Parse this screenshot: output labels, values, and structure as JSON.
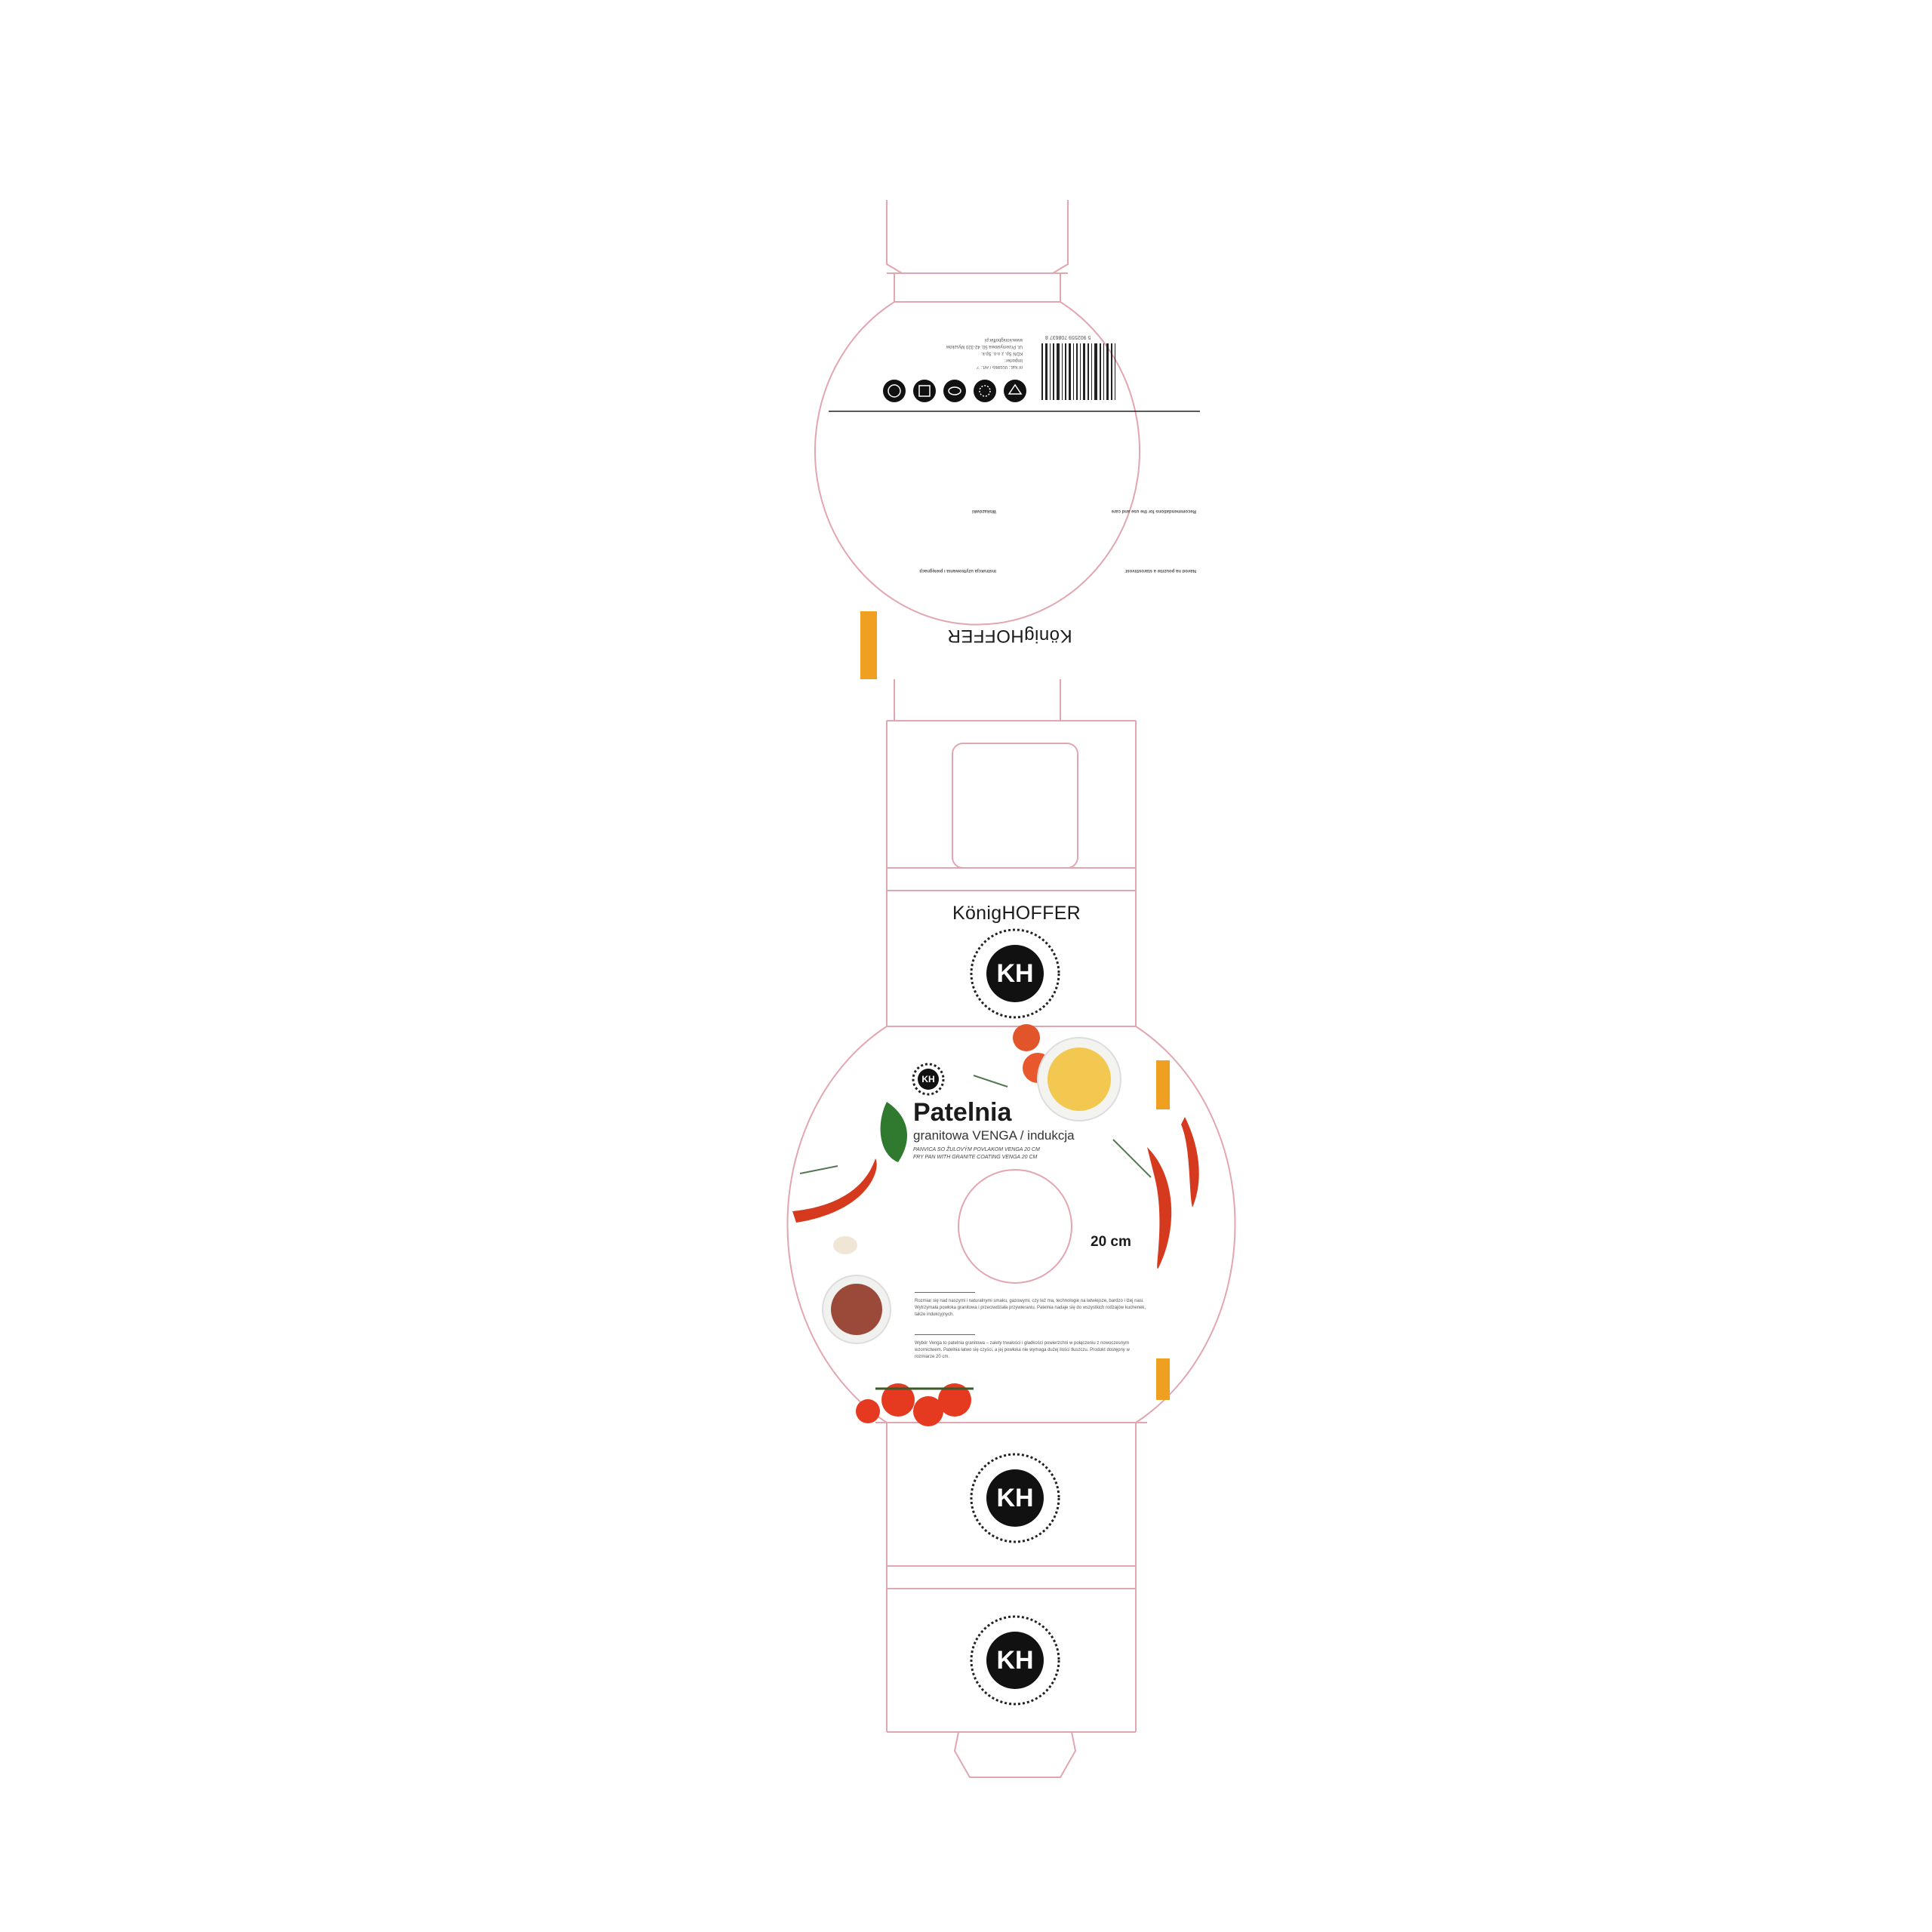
{
  "brand": {
    "name_regular": "König",
    "name_bold": "HOFFER",
    "monogram": "KH"
  },
  "product": {
    "title": "Patelnia",
    "subtitle": "granitowa VENGA / indukcja",
    "line_sk": "PANVICA SO ŽULOVÝM POVLAKOM VENGA 20 CM",
    "line_en": "FRY PAN WITH GRANITE COATING VENGA 20 CM",
    "size": "20 cm"
  },
  "description": {
    "para1": "Rozmiar się nad naszymi i naturalnymi smaku, gazowymi, czy też ma, technologie na łatwiejsze, bardzo i lżej nasi. Wytrzymała powłoka granitowa i przeciwdziała przywieraniu. Patelnia nadaje się do wszystkich rodzajów kuchenek, także indukcyjnych.",
    "para2": "Wybór Venga to patelnia granitowa – zalety trwałości i gładkości powierzchni w połączeniu z nowoczesnym wzornictwem. Patelnia łatwo się czyści, a jej powłoka nie wymaga dużej ilości tłuszczu. Produkt dostępny w rozmiarze 20 cm."
  },
  "back": {
    "barcode_number": "5 902559 708637 8",
    "importer": "Importer:",
    "address_lines": [
      "KDN Sp. z o.o. Sp.k.",
      "Ul. Przemysłowa 50, 42-320 Myszków",
      "www.konighoffer.pl"
    ],
    "art_no": "nr kat.: 001865 / Art.: ?",
    "col_left_heading": "Instrukcja użytkowania i pielęgnacji",
    "col_right_heading": "Návod na použitie a starostlivosť",
    "col_left_heading_2": "Wskazówki",
    "col_right_heading_2": "Recommendations for the use and care",
    "icons": [
      "stove-icon",
      "induction-icon",
      "gas-icon",
      "dishwasher-icon",
      "oven-icon"
    ]
  },
  "colors": {
    "dieline": "#e2a6b0",
    "accent": "#f0a020",
    "ink": "#111111",
    "chili": "#d63a1e"
  }
}
